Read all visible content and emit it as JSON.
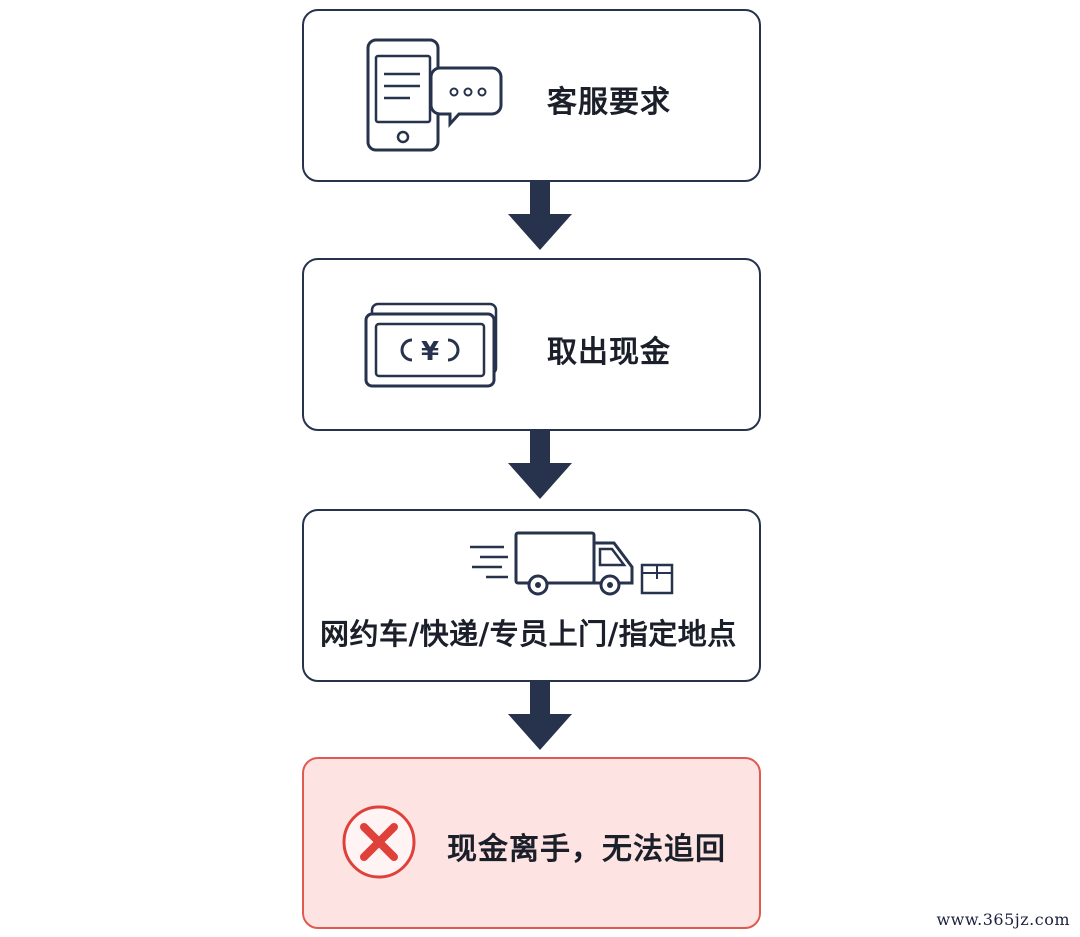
{
  "steps": [
    {
      "label": "客服要求",
      "icon": "phone-chat-icon"
    },
    {
      "label": "取出现金",
      "icon": "cash-icon",
      "icon_text": "¥"
    },
    {
      "label": "网约车/快递/专员上门/指定地点",
      "icon": "delivery-truck-icon"
    },
    {
      "label": "现金离手，无法追回",
      "icon": "x-circle-icon",
      "status": "danger"
    }
  ],
  "watermark": "www.365jz.com",
  "colors": {
    "border": "#27324d",
    "arrow": "#27324d",
    "danger_border": "#e05a52",
    "danger_fill": "#fde3e1",
    "danger_icon": "#e0403a"
  }
}
